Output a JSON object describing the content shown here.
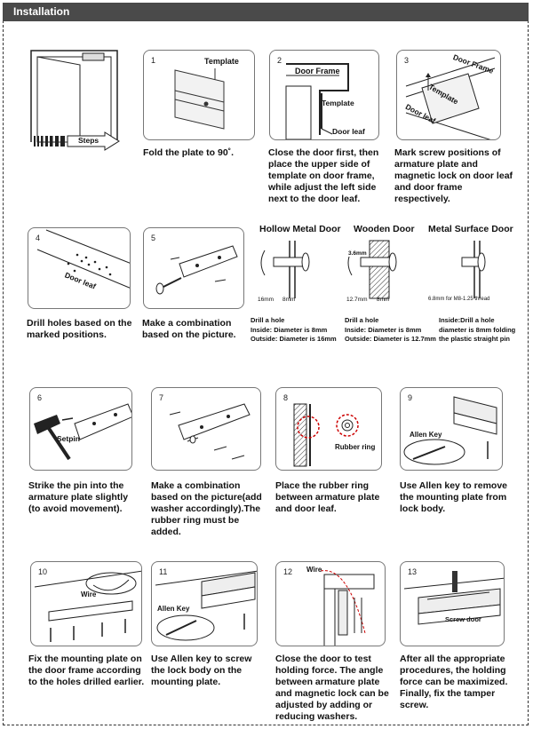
{
  "header": {
    "title": "Installation"
  },
  "steps_label": "Steps",
  "row1": [
    {
      "num": "",
      "caption": ""
    },
    {
      "num": "1",
      "label": "Template",
      "caption": "Fold the plate to 90˚."
    },
    {
      "num": "2",
      "labels": [
        "Door Frame",
        "Template",
        "Door leaf"
      ],
      "caption": "Close the door first, then place the upper side of template on door frame, while adjust the left side next to the door leaf."
    },
    {
      "num": "3",
      "labels": [
        "Door Frame",
        "Template",
        "Door leaf"
      ],
      "caption": "Mark screw positions of armature plate and magnetic lock on door leaf and door frame respectively."
    }
  ],
  "row2": [
    {
      "num": "4",
      "label": "Door leaf",
      "caption": "Drill holes based on the marked positions."
    },
    {
      "num": "5",
      "caption": "Make a combination based on the picture."
    }
  ],
  "door_types": [
    {
      "title": "Hollow Metal Door",
      "dims": [
        "16mm",
        "8mm"
      ],
      "note": [
        "Drill a hole",
        "Inside: Diameter is 8mm",
        "Outside: Diameter is 16mm"
      ]
    },
    {
      "title": "Wooden Door",
      "dims": [
        "3.6mm",
        "12.7mm",
        "8mm"
      ],
      "note": [
        "Drill a hole",
        "Inside: Diameter is 8mm",
        "Outside: Diameter is 12.7mm"
      ]
    },
    {
      "title": "Metal Surface Door",
      "dims": [
        "6.8mm for M8-1.25 thread"
      ],
      "note": [
        "Inside:Drill a hole",
        "diameter is 8mm folding",
        "the plastic straight pin"
      ]
    }
  ],
  "row3": [
    {
      "num": "6",
      "label": "Setpin",
      "caption": "Strike the pin into the armature plate slightly (to avoid movement)."
    },
    {
      "num": "7",
      "caption": "Make a combination based on the picture(add washer accordingly).The rubber ring must be added."
    },
    {
      "num": "8",
      "label": "Rubber ring",
      "caption": "Place the rubber ring between armature plate and door leaf."
    },
    {
      "num": "9",
      "label": "Allen Key",
      "caption": "Use Allen key to remove the mounting plate from lock body."
    }
  ],
  "row4": [
    {
      "num": "10",
      "label": "Wire",
      "caption": "Fix the mounting plate on the door frame according to the holes drilled earlier."
    },
    {
      "num": "11",
      "label": "Allen Key",
      "caption": "Use Allen key to screw the lock body on the mounting plate."
    },
    {
      "num": "12",
      "label": "Wire",
      "caption": "Close the door to test holding force. The angle between armature plate and magnetic lock can be adjusted by adding or reducing washers."
    },
    {
      "num": "13",
      "label": "Screw door",
      "caption": "After all the appropriate procedures, the holding force can be maximized. Finally, fix the tamper screw."
    }
  ]
}
